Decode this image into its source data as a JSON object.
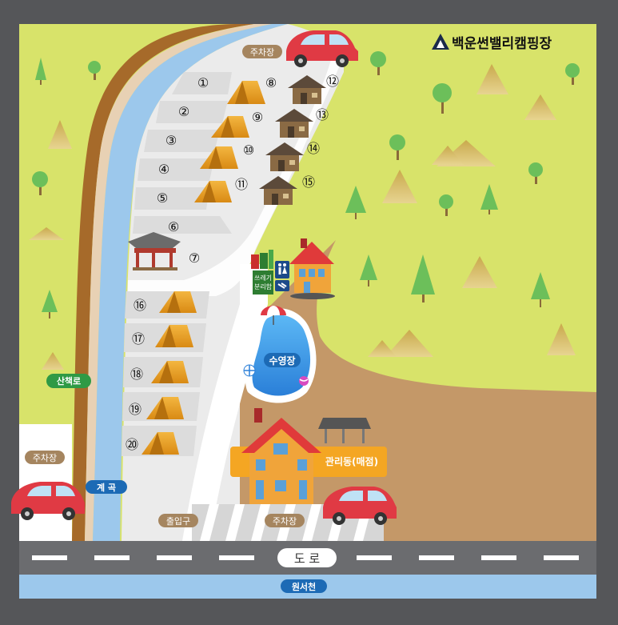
{
  "title": "백운썬밸리캠핑장",
  "labels": {
    "parking_top": "주차장",
    "parking_left": "주차장",
    "parking_bottom": "주차장",
    "walking_trail": "산책로",
    "stream": "계 곡",
    "entrance": "출입구",
    "pool": "수영장",
    "office": "관리동(매점)",
    "road": "도 로",
    "river": "원서천",
    "trash_line1": "쓰레기",
    "trash_line2": "분리함"
  },
  "sites": {
    "s1": "①",
    "s2": "②",
    "s3": "③",
    "s4": "④",
    "s5": "⑤",
    "s6": "⑥",
    "s7": "⑦",
    "s8": "⑧",
    "s9": "⑨",
    "s10": "⑩",
    "s11": "⑪",
    "s12": "⑫",
    "s13": "⑬",
    "s14": "⑭",
    "s15": "⑮",
    "s16": "⑯",
    "s17": "⑰",
    "s18": "⑱",
    "s19": "⑲",
    "s20": "⑳"
  },
  "colors": {
    "frame": "#555659",
    "forest": "#d8e36a",
    "dirt": "#c49868",
    "camp_area": "#ebebeb",
    "stream": "#9cc8ec",
    "trail": "#a66a2a",
    "label_pill": "#a5855f",
    "blue_pill": "#1c6ab5",
    "green_pill": "#2f9a45",
    "office_tag": "#f4a623",
    "car": "#e03a44"
  }
}
